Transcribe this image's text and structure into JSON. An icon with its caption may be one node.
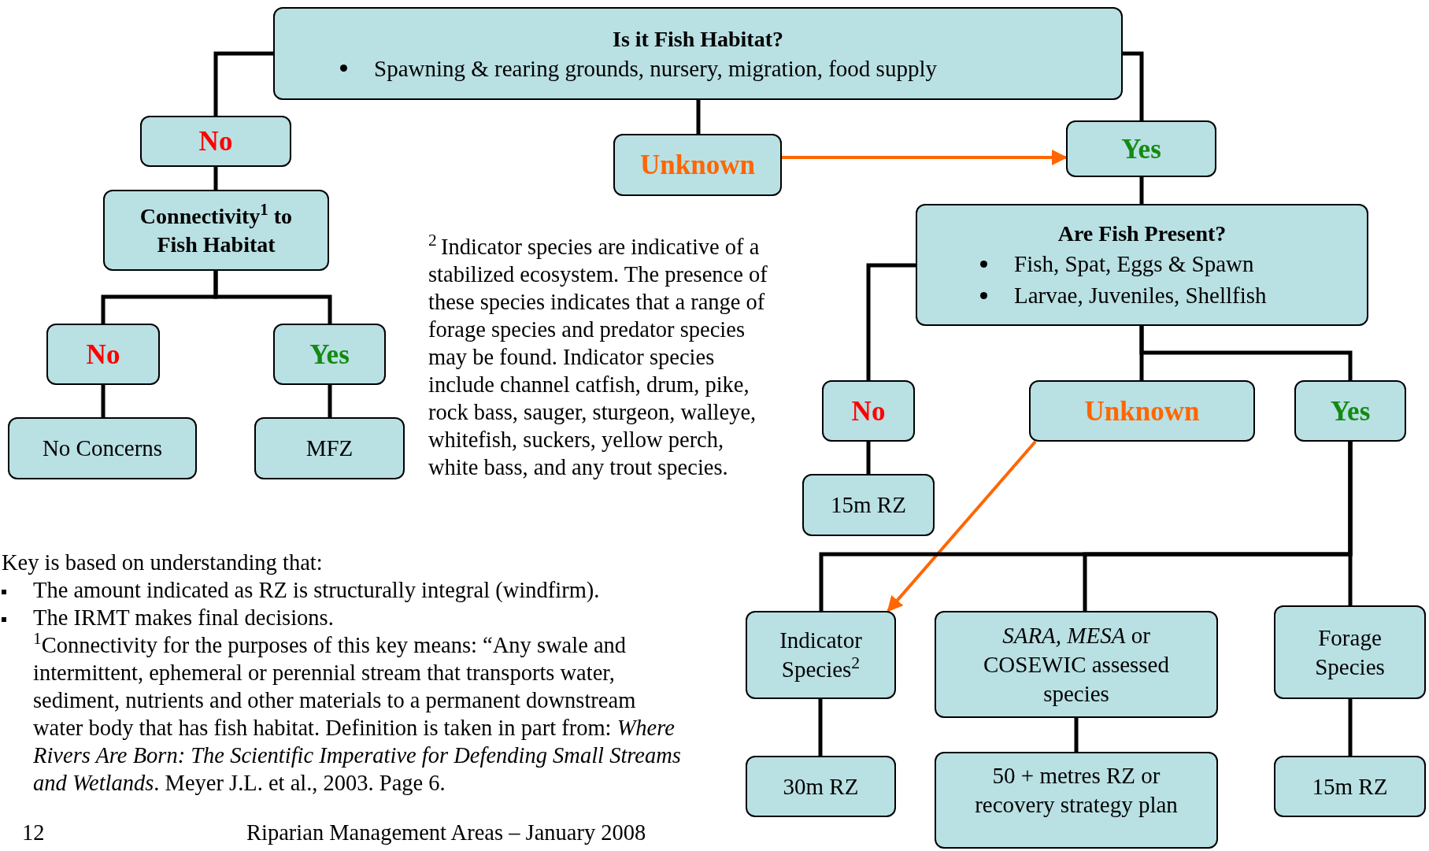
{
  "diagram": {
    "nodes": [
      {
        "text": [
          "Is it Fish Habitat?",
          "Spawning & rearing grounds, nursery, migration, food supply"
        ]
      },
      {
        "text": [
          "No"
        ]
      },
      {
        "text": [
          "Unknown"
        ]
      },
      {
        "text": [
          "Yes"
        ]
      },
      {
        "text": [
          "Connectivity$^{1}$ to Fish Habitat"
        ]
      },
      {
        "text": [
          "No"
        ]
      },
      {
        "text": [
          "Yes"
        ]
      },
      {
        "text": [
          "No Concerns"
        ]
      },
      {
        "text": [
          "MFZ"
        ]
      },
      {
        "text": [
          "Are Fish Present?",
          "Fish, Spat, Eggs & Spawn",
          "Larvae, Juveniles, Shellfish"
        ]
      },
      {
        "text": [
          "No"
        ]
      },
      {
        "text": [
          "Unknown"
        ]
      },
      {
        "text": [
          "Yes"
        ]
      },
      {
        "text": [
          "15m RZ"
        ]
      },
      {
        "text": [
          "Indicator Species$^{2}$"
        ]
      },
      {
        "text": [
          "*SARA, MESA* or COSEWIC assessed species"
        ]
      },
      {
        "text": [
          "Forage Species"
        ]
      },
      {
        "text": [
          "30m RZ"
        ]
      },
      {
        "text": [
          "50 + metres RZ or recovery strategy plan"
        ]
      },
      {
        "text": [
          "15m RZ"
        ]
      }
    ],
    "edges": [
      {
        "from": 0,
        "to": 1,
        "arrow": "none"
      },
      {
        "from": 0,
        "to": 2,
        "arrow": "none"
      },
      {
        "from": 0,
        "to": 3,
        "arrow": "none"
      },
      {
        "from": 2,
        "to": 3,
        "arrow": "to",
        "color": "#ff6600"
      },
      {
        "from": 1,
        "to": 4,
        "arrow": "none"
      },
      {
        "from": 4,
        "to": 5,
        "arrow": "none"
      },
      {
        "from": 4,
        "to": 6,
        "arrow": "none"
      },
      {
        "from": 5,
        "to": 7,
        "arrow": "none"
      },
      {
        "from": 6,
        "to": 8,
        "arrow": "none"
      },
      {
        "from": 3,
        "to": 9,
        "arrow": "none"
      },
      {
        "from": 9,
        "to": 10,
        "arrow": "none"
      },
      {
        "from": 9,
        "to": 11,
        "arrow": "none"
      },
      {
        "from": 9,
        "to": 12,
        "arrow": "none"
      },
      {
        "from": 10,
        "to": 13,
        "arrow": "none"
      },
      {
        "from": 11,
        "to": 14,
        "arrow": "to",
        "color": "#ff6600"
      },
      {
        "from": 12,
        "to": 14,
        "arrow": "none"
      },
      {
        "from": 12,
        "to": 15,
        "arrow": "none"
      },
      {
        "from": 12,
        "to": 16,
        "arrow": "none"
      },
      {
        "from": 14,
        "to": 17,
        "arrow": "none"
      },
      {
        "from": 15,
        "to": 18,
        "arrow": "none"
      },
      {
        "from": 16,
        "to": 19,
        "arrow": "none"
      }
    ],
    "labels": [
      "$^{2 }$Indicator species are indicative of a stabilized ecosystem.  The presence of these species indicates that a range of forage species and predator species may be found.  Indicator species include channel catfish, drum, pike, rock bass, sauger, sturgeon, walleye, whitefish, suckers, yellow perch, white bass, and any trout species.",
      "Key is based on understanding that:",
      "The amount indicated as RZ is structurally integral (windfirm).",
      "The IRMT makes final decisions.",
      "$^{1}$Connectivity for the purposes of this key means:  “Any swale and intermittent, ephemeral or perennial stream that transports water, sediment, nutrients and other materials to a permanent downstream water body that has fish habitat.  Definition is taken in part from: *Where Rivers Are Born: The Scientific Imperative for Defending Small Streams and Wetlands*.  Meyer J.L. et al., 2003. Page 6.",
      "12",
      "Riparian Management Areas – January 2008"
    ]
  }
}
